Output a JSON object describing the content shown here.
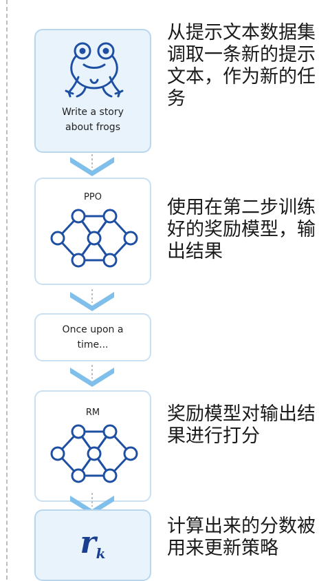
{
  "steps": [
    {
      "card_text": "Write a story\nabout frogs",
      "description": "从提示文本数据集调取一条新的提示文本，作为新的任务"
    },
    {
      "card_title": "PPO",
      "description": "使用在第二步训练好的奖励模型，输出结果"
    },
    {
      "card_text": "Once upon a\ntime..."
    },
    {
      "card_title": "RM",
      "description": "奖励模型对输出结果进行打分"
    },
    {
      "symbol": "r",
      "symbol_subscript": "k",
      "description": "计算出来的分数被用来更新策略"
    }
  ],
  "colors": {
    "card_border": "#c9dff2",
    "card_fill": "#e8f3fc",
    "arrow": "#7fbfea",
    "network_stroke": "#1e4fa3",
    "rk_text": "#1a3f8f",
    "dashed_line": "#bdbdbd"
  },
  "icons": [
    "frog-icon",
    "neural-network-icon",
    "down-arrow-icon"
  ]
}
